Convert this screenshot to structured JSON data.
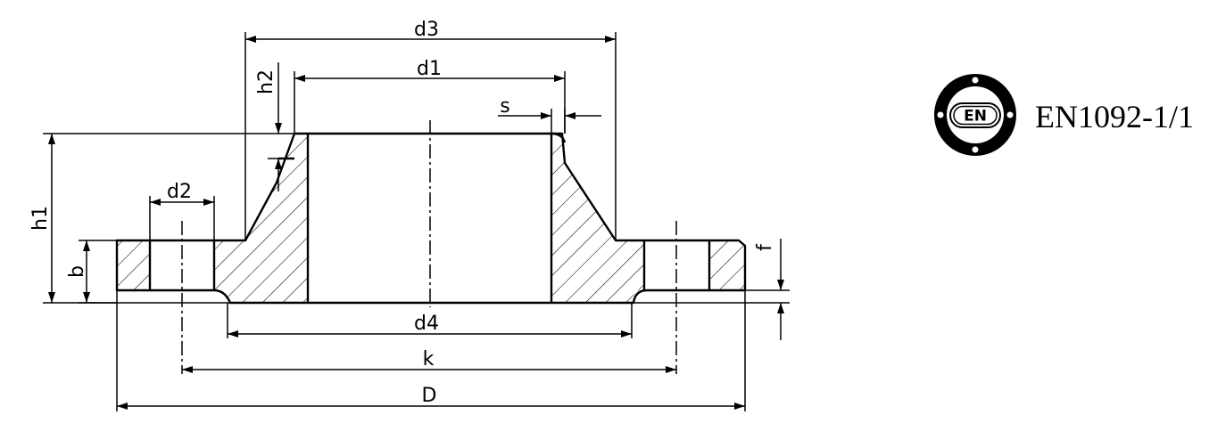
{
  "dimensions": {
    "d1": "d1",
    "d2": "d2",
    "d3": "d3",
    "d4": "d4",
    "h1": "h1",
    "h2": "h2",
    "b": "b",
    "s": "s",
    "f": "f",
    "k": "k",
    "D": "D"
  },
  "standard": {
    "label": "EN1092-1/1",
    "logo_text": "EN"
  }
}
